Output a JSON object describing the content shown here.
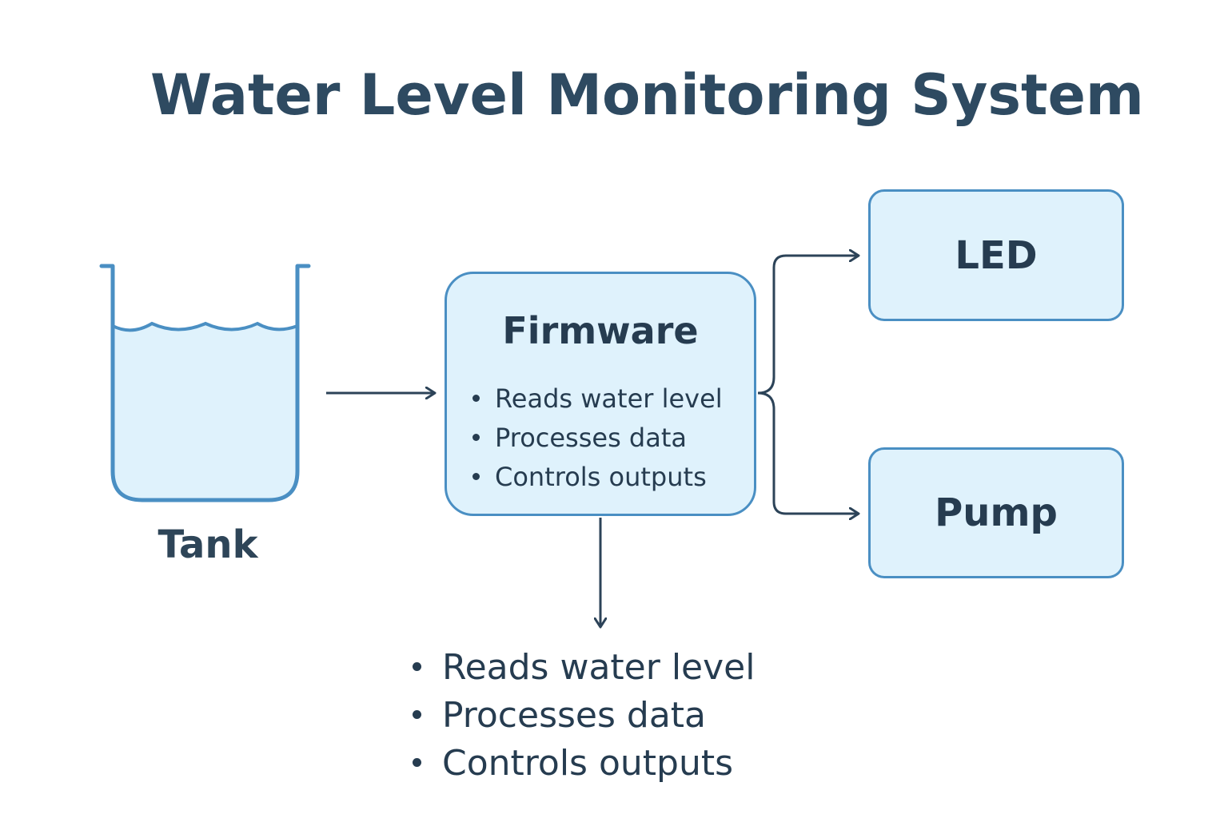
{
  "title": "Water Level Monitoring System",
  "tank": {
    "label": "Tank"
  },
  "firmware": {
    "title": "Firmware",
    "items": [
      "Reads water level",
      "Processes data",
      "Controls outputs"
    ]
  },
  "outputs": {
    "led": "LED",
    "pump": "Pump"
  },
  "notes": {
    "items": [
      "Reads water level",
      "Processes data",
      "Controls outputs"
    ]
  },
  "colors": {
    "box_fill": "#dff2fc",
    "box_border": "#4a8fc3",
    "water": "#dff2fc",
    "arrow": "#2c4358",
    "text": "#263c50"
  },
  "connections": [
    {
      "from": "tank",
      "to": "firmware"
    },
    {
      "from": "firmware",
      "to": "led"
    },
    {
      "from": "firmware",
      "to": "pump"
    },
    {
      "from": "firmware",
      "to": "notes"
    }
  ]
}
